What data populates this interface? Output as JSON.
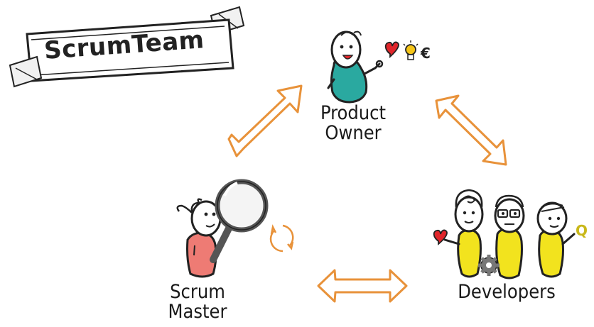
{
  "title": "ScrumTeam",
  "roles": {
    "product_owner": "Product Owner",
    "product_owner_line1": "Product",
    "product_owner_line2": "Owner",
    "scrum_master_line1": "Scrum",
    "scrum_master_line2": "Master",
    "developers": "Developers"
  },
  "icons": {
    "euro": "€",
    "q": "Q"
  },
  "colors": {
    "arrow": "#e8923a",
    "product_owner_body": "#2aa9a0",
    "scrum_master_body": "#ee7b74",
    "developers_body": "#f2e31e",
    "heart": "#e0262b",
    "bulb": "#f5c518",
    "gear": "#777777"
  }
}
